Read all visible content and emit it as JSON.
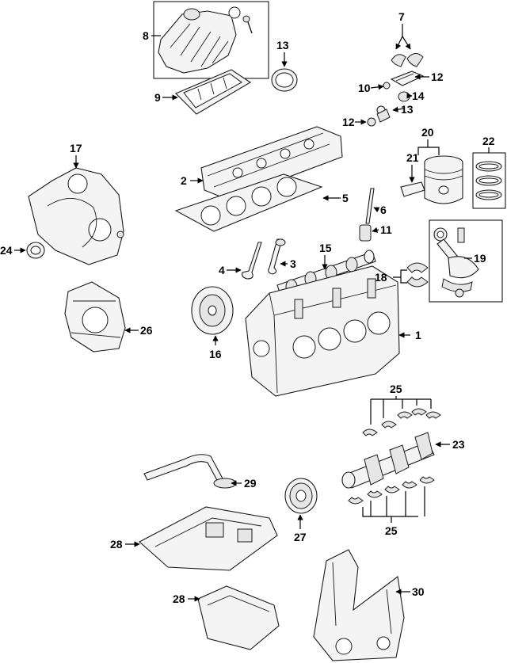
{
  "callouts": {
    "c1": "1",
    "c2": "2",
    "c3": "3",
    "c4": "4",
    "c5": "5",
    "c6": "6",
    "c7": "7",
    "c8": "8",
    "c9": "9",
    "c10": "10",
    "c11": "11",
    "c12a": "12",
    "c12b": "12",
    "c13a": "13",
    "c13b": "13",
    "c14": "14",
    "c15": "15",
    "c16": "16",
    "c17": "17",
    "c18": "18",
    "c19": "19",
    "c20": "20",
    "c21": "21",
    "c22": "22",
    "c23": "23",
    "c24": "24",
    "c25a": "25",
    "c25b": "25",
    "c26": "26",
    "c27": "27",
    "c28a": "28",
    "c28b": "28",
    "c29": "29",
    "c30": "30"
  }
}
